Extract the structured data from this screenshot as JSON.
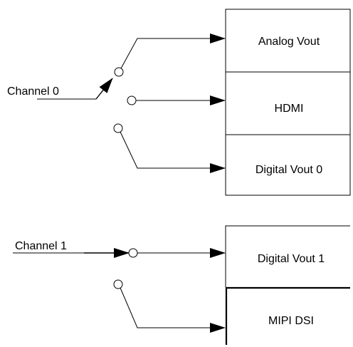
{
  "channels": [
    {
      "label": "Channel 0"
    },
    {
      "label": "Channel 1"
    }
  ],
  "outputs": {
    "group0": [
      {
        "label": "Analog Vout"
      },
      {
        "label": "HDMI"
      },
      {
        "label": "Digital Vout 0"
      }
    ],
    "group1": [
      {
        "label": "Digital Vout 1"
      },
      {
        "label": "MIPI DSI"
      }
    ]
  },
  "colors": {
    "line": "#000000",
    "background": "#ffffff"
  }
}
